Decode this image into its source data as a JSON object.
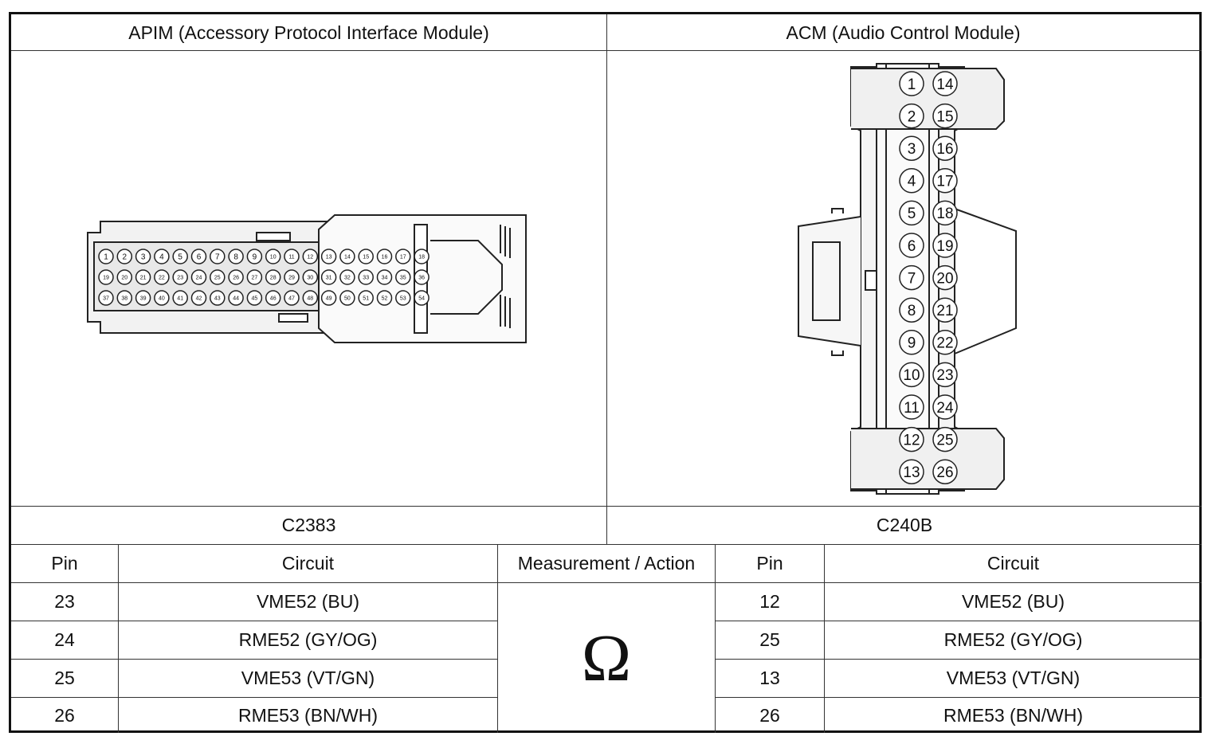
{
  "apim": {
    "title": "APIM (Accessory Protocol Interface Module)",
    "connector": "C2383",
    "pin_rows": [
      [
        "1",
        "2",
        "3",
        "4",
        "5",
        "6",
        "7",
        "8",
        "9",
        "10",
        "11",
        "12",
        "13",
        "14",
        "15",
        "16",
        "17",
        "18"
      ],
      [
        "19",
        "20",
        "21",
        "22",
        "23",
        "24",
        "25",
        "26",
        "27",
        "28",
        "29",
        "30",
        "31",
        "32",
        "33",
        "34",
        "35",
        "36"
      ],
      [
        "37",
        "38",
        "39",
        "40",
        "41",
        "42",
        "43",
        "44",
        "45",
        "46",
        "47",
        "48",
        "49",
        "50",
        "51",
        "52",
        "53",
        "54"
      ]
    ]
  },
  "acm": {
    "title": "ACM (Audio Control Module)",
    "connector": "C240B",
    "pin_left": [
      "1",
      "2",
      "3",
      "4",
      "5",
      "6",
      "7",
      "8",
      "9",
      "10",
      "11",
      "12",
      "13"
    ],
    "pin_right": [
      "14",
      "15",
      "16",
      "17",
      "18",
      "19",
      "20",
      "21",
      "22",
      "23",
      "24",
      "25",
      "26"
    ]
  },
  "table": {
    "headers": {
      "pin_left": "Pin",
      "circuit_left": "Circuit",
      "measurement": "Measurement / Action",
      "pin_right": "Pin",
      "circuit_right": "Circuit"
    },
    "measurement_symbol": "Ω",
    "rows": [
      {
        "pin_left": "23",
        "circuit_left": "VME52 (BU)",
        "pin_right": "12",
        "circuit_right": "VME52 (BU)"
      },
      {
        "pin_left": "24",
        "circuit_left": "RME52 (GY/OG)",
        "pin_right": "25",
        "circuit_right": "RME52 (GY/OG)"
      },
      {
        "pin_left": "25",
        "circuit_left": "VME53 (VT/GN)",
        "pin_right": "13",
        "circuit_right": "VME53 (VT/GN)"
      },
      {
        "pin_left": "26",
        "circuit_left": "RME53 (BN/WH)",
        "pin_right": "26",
        "circuit_right": "RME53 (BN/WH)"
      }
    ]
  }
}
